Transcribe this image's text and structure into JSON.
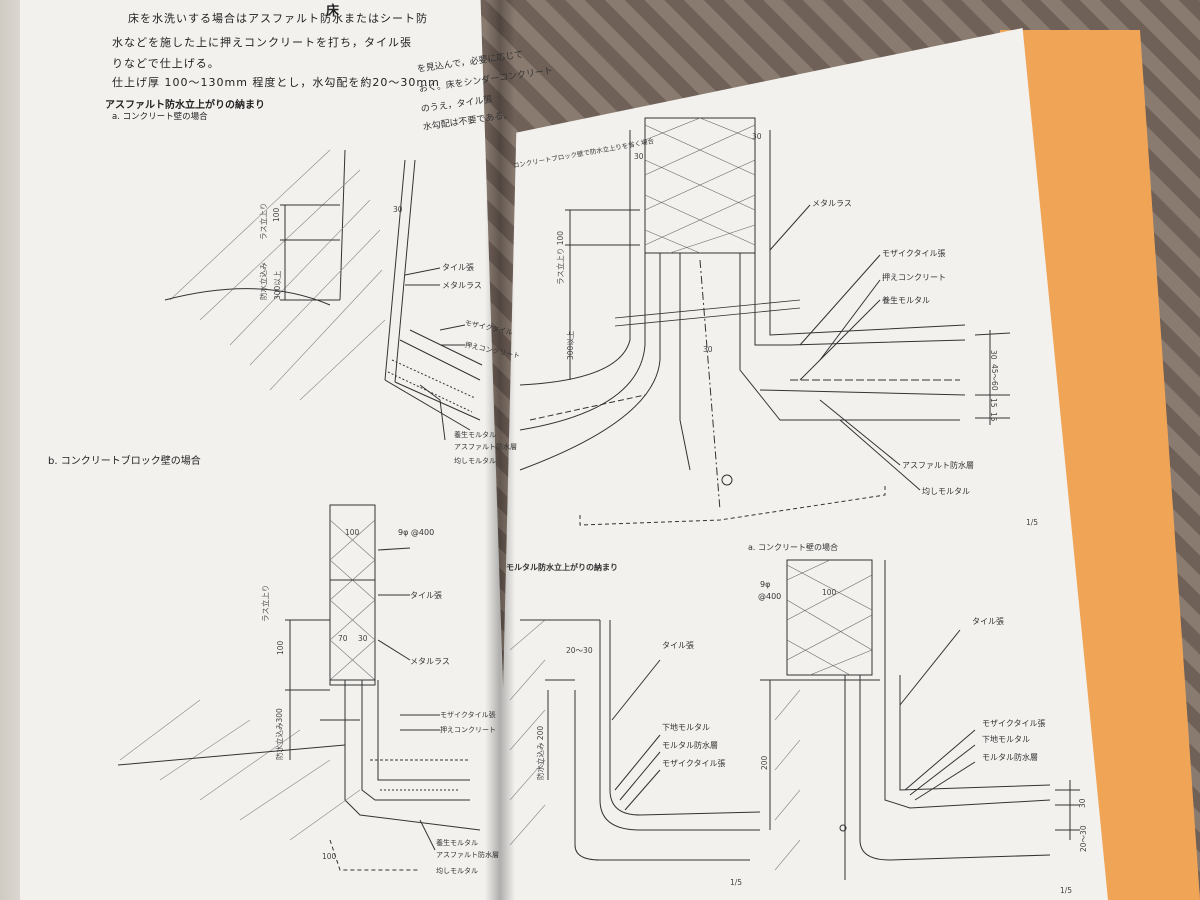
{
  "colors": {
    "orange_cover": "#f0a456",
    "page": "#f2f1ee",
    "ink": "#222222",
    "carpet": "#7a6a60"
  },
  "left_page": {
    "body_text": {
      "line1": "床を水洗いする場合はアスファルト防水またはシート防",
      "line2": "水などを施した上に押えコンクリートを打ち，タイル張",
      "line3": "りなどで仕上げる。",
      "line4": "仕上げ厚 100～130mm 程度とし，水勾配を約20～30mm"
    },
    "header_fragment": "床",
    "section_a": {
      "heading": "アスファルト防水立上がりの納まり",
      "subheading": "a. コンクリート壁の場合",
      "labels": {
        "tile": "タイル張",
        "lath": "メタルラス",
        "mosaic": "モザイクタイル",
        "press": "押えコンクリート",
        "cure": "養生モルタル",
        "asphalt": "アスファルト防水層",
        "leveling": "均しモルタル"
      },
      "dims": {
        "lath_rise": "ラス立上り",
        "lath_rise_val": "100",
        "wp_embed": "防水立込み",
        "wp_embed_val": "300以上",
        "thick": "30"
      }
    },
    "section_b": {
      "heading": "b. コンクリートブロック壁の場合",
      "labels": {
        "rebar": "9φ @400",
        "tile": "タイル張",
        "lath": "メタルラス",
        "mosaic": "モザイクタイル張",
        "press": "押えコンクリート",
        "cure": "養生モルタル",
        "asphalt": "アスファルト防水層",
        "leveling": "均しモルタル"
      },
      "dims": {
        "w100": "100",
        "w70": "70",
        "w30": "30",
        "lath_rise": "ラス立上り",
        "lath_rise_val": "100",
        "wp_embed": "防水立込み300",
        "base100": "100"
      }
    }
  },
  "right_page": {
    "top_fragment": {
      "line1": "を見込んで，必要に応じて",
      "line2": "おく。床をシンダーコンクリート",
      "line3": "のうえ，タイル張",
      "line4": "水勾配は不要である。"
    },
    "top_note": "コンクリートブロック壁で防水立上りを省く場合",
    "section_top": {
      "labels": {
        "lath": "メタルラス",
        "mosaic": "モザイクタイル張",
        "press": "押えコンクリート",
        "cure": "養生モルタル",
        "asphalt": "アスファルト防水層",
        "leveling": "均しモルタル"
      },
      "dims": {
        "d30a": "30",
        "d30b": "30",
        "lath_rise": "ラス立上り 100",
        "embed": "300以上",
        "d30c": "30",
        "d30r": "30",
        "d45": "45～60",
        "d15a": "15",
        "d15b": "15"
      },
      "scale": "1/5"
    },
    "section_mortar": {
      "heading": "モルタル防水立上がりの納まり",
      "labels": {
        "tile": "タイル張",
        "base": "下地モルタル",
        "mwp": "モルタル防水層",
        "mosaic": "モザイクタイル張"
      },
      "dims": {
        "d20": "20～30",
        "embed": "防水立込み 200"
      },
      "scale": "1/5"
    },
    "section_a2": {
      "heading": "a. コンクリート壁の場合",
      "labels": {
        "rebar1": "9φ",
        "rebar2": "@400",
        "tile": "タイル張",
        "mosaic": "モザイクタイル張",
        "base": "下地モルタル",
        "mwp": "モルタル防水層"
      },
      "dims": {
        "d100": "100",
        "d200": "200",
        "d30": "30",
        "d20": "20～30"
      },
      "scale": "1/5"
    }
  }
}
